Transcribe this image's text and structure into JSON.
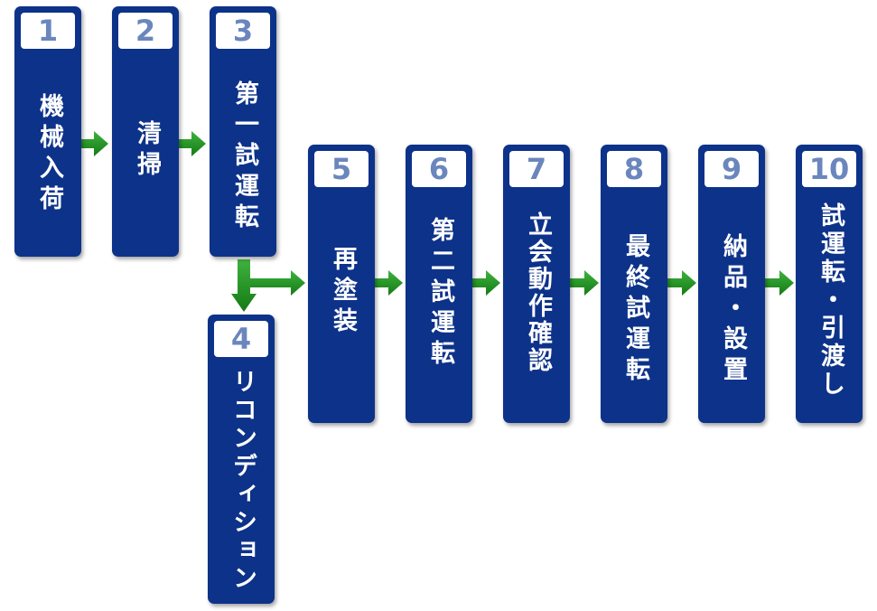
{
  "steps": [
    {
      "number": "1",
      "label": "機械入荷"
    },
    {
      "number": "2",
      "label": "清掃"
    },
    {
      "number": "3",
      "label": "第一試運転"
    },
    {
      "number": "4",
      "label": "リコンディション"
    },
    {
      "number": "5",
      "label": "再塗装"
    },
    {
      "number": "6",
      "label": "第二試運転"
    },
    {
      "number": "7",
      "label": "立会動作確認"
    },
    {
      "number": "8",
      "label": "最終試運転"
    },
    {
      "number": "9",
      "label": "納品・設置"
    },
    {
      "number": "10",
      "label": "試運転・引渡し"
    }
  ],
  "colors": {
    "box": "#0d3289",
    "number_text": "#6a86bd",
    "arrow": "#1f8c1f"
  }
}
